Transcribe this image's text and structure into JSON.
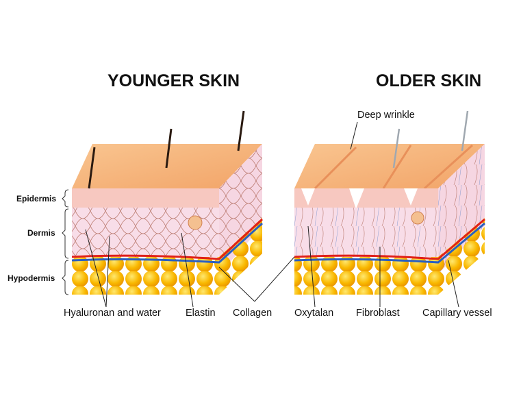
{
  "titles": {
    "younger": "YOUNGER SKIN",
    "older": "OLDER SKIN"
  },
  "layers": {
    "epidermis": "Epidermis",
    "dermis": "Dermis",
    "hypodermis": "Hypodermis"
  },
  "labels": {
    "deep_wrinkle": "Deep wrinkle",
    "hyaluronan": "Hyaluronan and water",
    "elastin": "Elastin",
    "collagen": "Collagen",
    "oxytalan": "Oxytalan",
    "fibroblast": "Fibroblast",
    "capillary": "Capillary vessel"
  },
  "colors": {
    "skin_top": "#f6b47a",
    "epidermis": "#f7c8c0",
    "dermis": "#f8dde8",
    "fat": "#f7b500",
    "collagen": "#a0503a",
    "artery": "#e0201a",
    "vein": "#2a5fc0"
  }
}
